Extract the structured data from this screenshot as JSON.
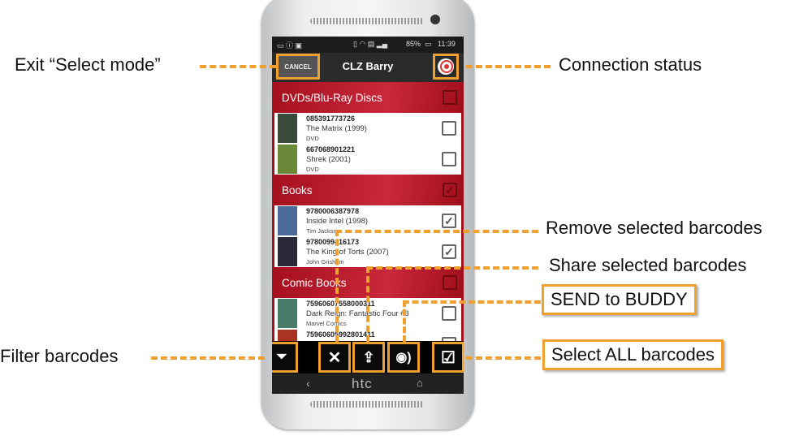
{
  "status_bar": {
    "battery": "85%",
    "time": "11:39"
  },
  "app": {
    "cancel_label": "CANCEL",
    "title": "CLZ Barry"
  },
  "sections": [
    {
      "title": "DVDs/Blu-Ray Discs",
      "checked": false,
      "items": [
        {
          "barcode": "085391773726",
          "title": "The Matrix (1999)",
          "sub": "DVD",
          "checked": false,
          "color": "#3a4a3a"
        },
        {
          "barcode": "667068901221",
          "title": "Shrek (2001)",
          "sub": "DVD",
          "checked": false,
          "color": "#6a8a3a"
        }
      ]
    },
    {
      "title": "Books",
      "checked": true,
      "items": [
        {
          "barcode": "9780006387978",
          "title": "Inside Intel (1998)",
          "sub": "Tim Jackson",
          "checked": true,
          "color": "#4a6a9a"
        },
        {
          "barcode": "9780099416173",
          "title": "The King of Torts (2007)",
          "sub": "John Grisham",
          "checked": true,
          "color": "#2a2a3a"
        }
      ]
    },
    {
      "title": "Comic Books",
      "checked": false,
      "items": [
        {
          "barcode": "75960607558000311",
          "title": "Dark Reign: Fantastic Four #3",
          "sub": "Marvel Comics",
          "checked": false,
          "color": "#4a7a6a"
        },
        {
          "barcode": "75960605992801411",
          "title": "",
          "sub": "",
          "checked": false,
          "color": "#aa3322"
        }
      ]
    }
  ],
  "nav": {
    "brand": "htc"
  },
  "annotations": {
    "exit": "Exit “Select mode”",
    "connection": "Connection status",
    "remove": "Remove selected barcodes",
    "share": "Share selected barcodes",
    "send": "SEND to BUDDY",
    "filter": "Filter barcodes",
    "select_all": "Select ALL barcodes"
  },
  "accent": "#f0a030"
}
